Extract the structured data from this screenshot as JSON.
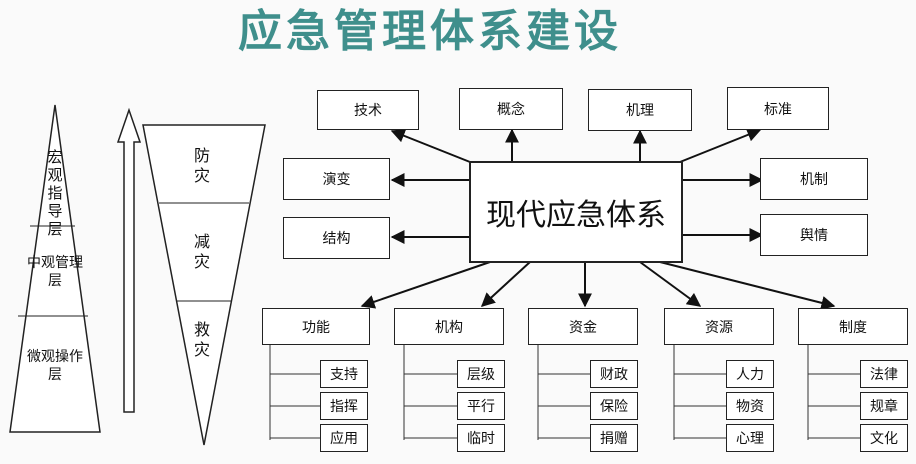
{
  "title": "应急管理体系建设",
  "left_pyramid": {
    "levels": [
      "宏观指导层",
      "中观管理层",
      "微观操作层"
    ]
  },
  "right_pyramid": {
    "levels": [
      "防灾",
      "减灾",
      "救灾"
    ]
  },
  "center": "现代应急体系",
  "top_nodes": [
    "技术",
    "概念",
    "机理",
    "标准"
  ],
  "left_nodes": [
    "演变",
    "结构"
  ],
  "right_nodes": [
    "机制",
    "舆情"
  ],
  "groups": [
    {
      "label": "功能",
      "items": [
        "支持",
        "指挥",
        "应用"
      ]
    },
    {
      "label": "机构",
      "items": [
        "层级",
        "平行",
        "临时"
      ]
    },
    {
      "label": "资金",
      "items": [
        "财政",
        "保险",
        "捐赠"
      ]
    },
    {
      "label": "资源",
      "items": [
        "人力",
        "物资",
        "心理"
      ]
    },
    {
      "label": "制度",
      "items": [
        "法律",
        "规章",
        "文化"
      ]
    }
  ]
}
